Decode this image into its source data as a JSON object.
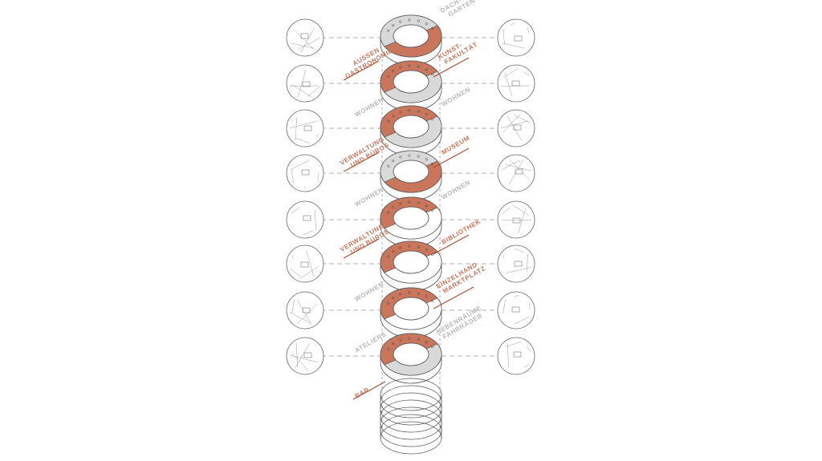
{
  "diagram": {
    "colors": {
      "accent": "#c9765c",
      "gray_fill": "#d9d9d9",
      "line": "#555555",
      "muted_text": "#b7b7b7",
      "arrow": "#b04a2e"
    },
    "labels": {
      "dachgarten_1": "DACH-",
      "dachgarten_2": "GARTEN",
      "aussengastronomie_1": "AUSSEN",
      "aussengastronomie_2": "GASTRONOMIE",
      "kunstfakultat_1": "KUNST-",
      "kunstfakultat_2": "FAKULTÄT",
      "wohnen_left_1": "WOHNEN",
      "wohnen_right_1": "WOHNEN",
      "verwaltung_1_a": "VERWALTUNG",
      "verwaltung_1_b": "UND BÜROS",
      "museum": "MUSEUM",
      "wohnen_left_2": "WOHNEN",
      "wohnen_right_2": "WOHNEN",
      "verwaltung_2_a": "VERWALTUNG",
      "verwaltung_2_b": "UND BÜROS",
      "bibliothek": "BIBLIOTHEK",
      "wohnen_left_3": "WOHNEN",
      "einzelhand_a": "EINZELHAND",
      "einzelhand_b": "MARKTPLATZ",
      "ateliers": "ATELIERS",
      "nebenraum_a": "NEBENRÄUME",
      "nebenraum_b": "FAHRRÄDER",
      "bar": "BAR"
    }
  }
}
